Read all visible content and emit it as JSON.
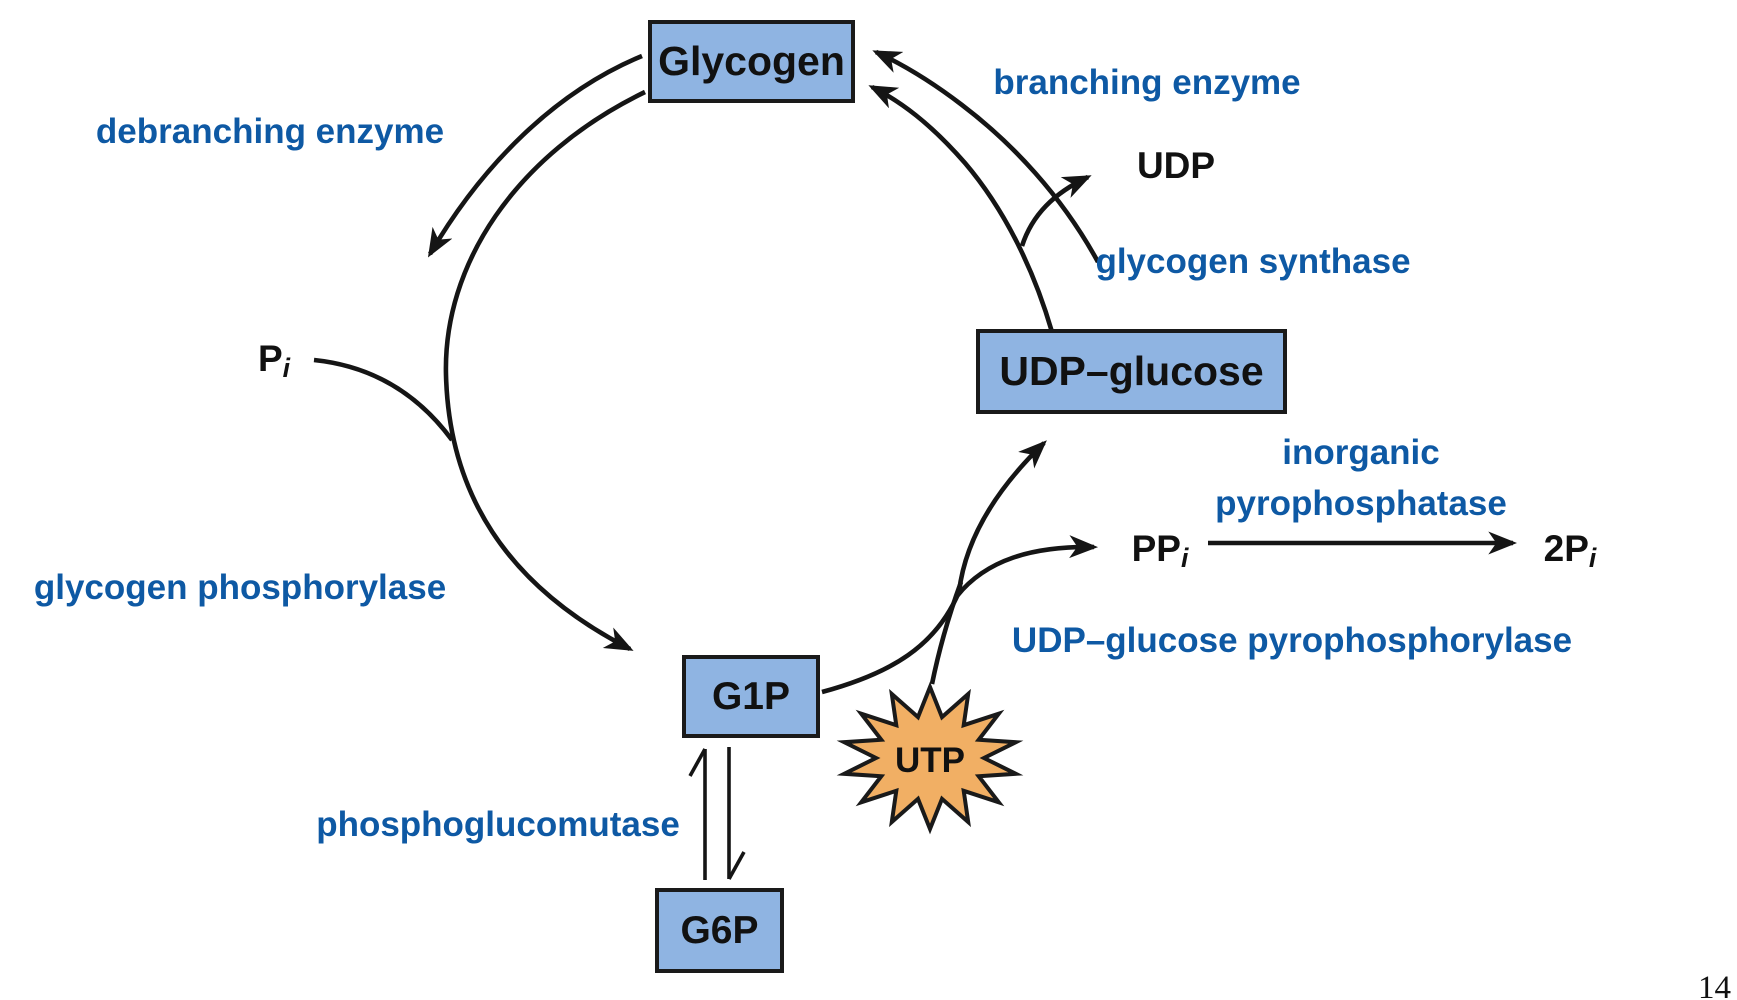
{
  "figure_title": "glycogen-metabolism-cycle",
  "page": {
    "number": "14"
  },
  "colors": {
    "enzyme_blue": "#0E59A4",
    "box_fill": "#8FB4E2",
    "box_border": "#1a1a1a",
    "star_fill": "#F1AF64",
    "arrow_black": "#151515"
  },
  "nodes": {
    "glycogen": {
      "label": "Glycogen"
    },
    "udp_glucose": {
      "label": "UDP–glucose"
    },
    "g1p": {
      "label": "G1P"
    },
    "g6p": {
      "label": "G6P"
    },
    "utp": {
      "label": "UTP"
    }
  },
  "enzymes": {
    "debranching": {
      "label": "debranching enzyme"
    },
    "branching": {
      "label": "branching enzyme"
    },
    "glycogen_synthase": {
      "label": "glycogen synthase"
    },
    "glycogen_phosphorylase": {
      "label": "glycogen phosphorylase"
    },
    "phosphoglucomutase": {
      "label": "phosphoglucomutase"
    },
    "inorganic_pyrophosphatase": {
      "line1": "inorganic",
      "line2": "pyrophosphatase"
    },
    "udp_glucose_pyrophosphorylase": {
      "label": "UDP–glucose pyrophosphorylase"
    }
  },
  "metabolites": {
    "pi": {
      "base": "P",
      "sub": "i"
    },
    "udp": {
      "label": "UDP"
    },
    "ppi": {
      "base": "PP",
      "sub": "i"
    },
    "two_pi": {
      "base": "2P",
      "sub": "i"
    }
  }
}
